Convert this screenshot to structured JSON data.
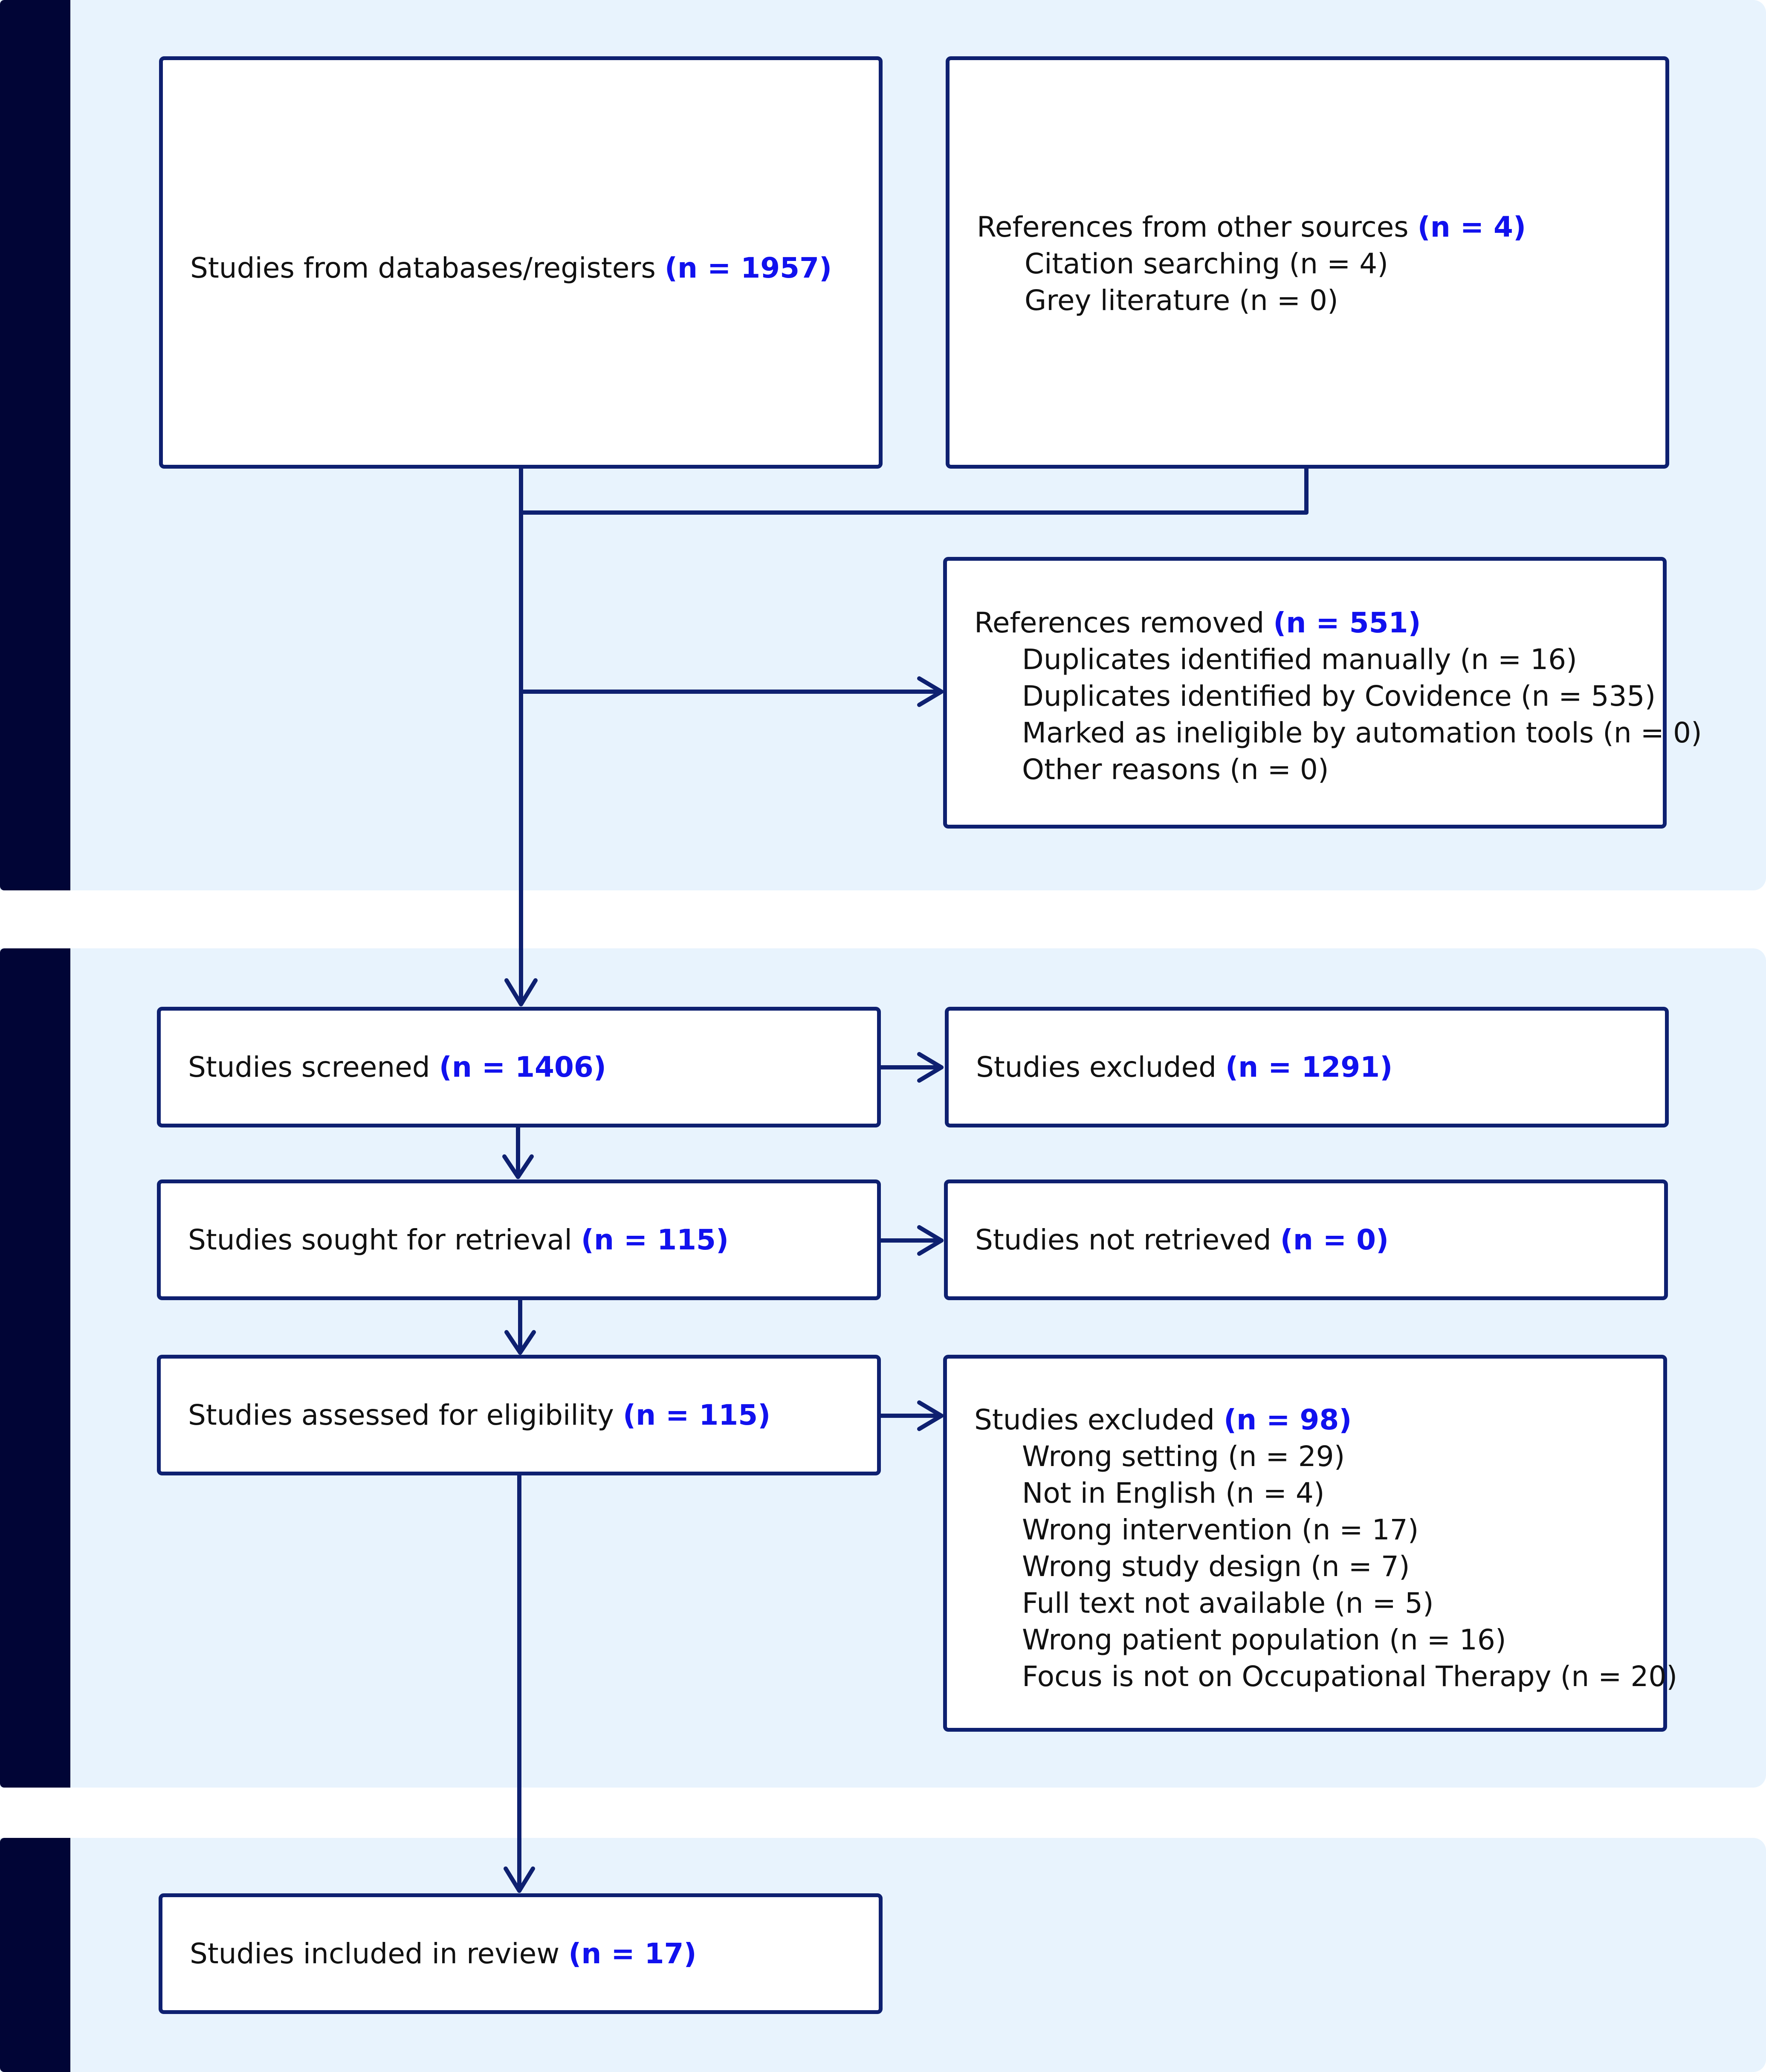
{
  "boxes": {
    "databases": {
      "label": "Studies from databases/registers",
      "count": "(n = 1957)"
    },
    "other_sources": {
      "label": "References from other sources",
      "count": "(n = 4)",
      "items": [
        "Citation searching (n = 4)",
        "Grey literature (n = 0)"
      ]
    },
    "removed": {
      "label": "References removed",
      "count": "(n = 551)",
      "items": [
        "Duplicates identified manually (n = 16)",
        "Duplicates identified by Covidence (n = 535)",
        "Marked as ineligible by automation tools (n = 0)",
        "Other reasons (n = 0)"
      ]
    },
    "screened": {
      "label": "Studies screened",
      "count": "(n = 1406)"
    },
    "excluded_screening": {
      "label": "Studies excluded",
      "count": "(n = 1291)"
    },
    "sought": {
      "label": "Studies sought for retrieval",
      "count": "(n = 115)"
    },
    "not_retrieved": {
      "label": "Studies not retrieved",
      "count": "(n = 0)"
    },
    "assessed": {
      "label": "Studies assessed for eligibility",
      "count": "(n = 115)"
    },
    "excluded_eligibility": {
      "label": "Studies excluded",
      "count": "(n = 98)",
      "items": [
        "Wrong setting (n = 29)",
        "Not in English (n = 4)",
        "Wrong intervention (n = 17)",
        "Wrong study design (n = 7)",
        "Full text not available (n = 5)",
        "Wrong patient population (n = 16)",
        "Focus is not on Occupational Therapy (n = 20)"
      ]
    },
    "included": {
      "label": "Studies included in review",
      "count": "(n = 17)"
    }
  },
  "colors": {
    "band": "#e8f3fd",
    "band_bar": "#010536",
    "border": "#0e2070",
    "count": "#1111ee"
  }
}
